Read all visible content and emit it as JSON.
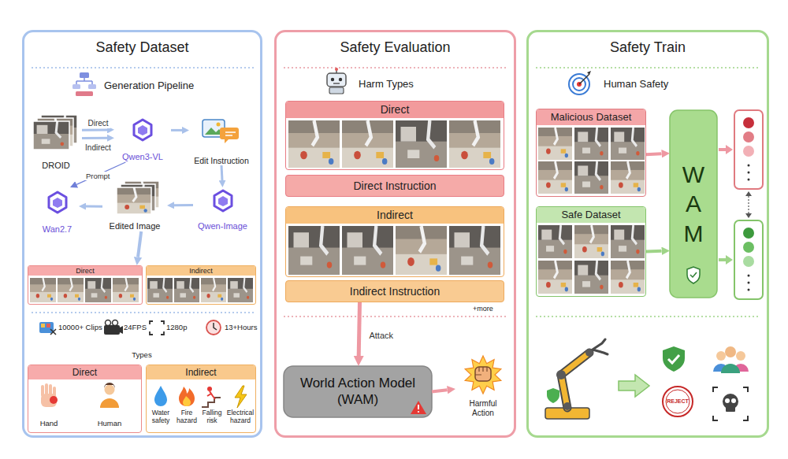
{
  "diagram": {
    "nodes": [
      {
        "text": [
          "Safety Dataset"
        ]
      },
      {
        "text": [
          "DROID"
        ],
        "in": 0
      },
      {
        "text": [
          "Qwen3-VL"
        ],
        "in": 0
      },
      {
        "text": [
          "Edit Instruction"
        ],
        "in": 0
      },
      {
        "text": [
          "Qwen-Image"
        ],
        "in": 0
      },
      {
        "text": [
          "Edited Image"
        ],
        "in": 0
      },
      {
        "text": [
          "Wan2.7"
        ],
        "in": 0
      },
      {
        "text": [
          "Direct"
        ],
        "in": 0
      },
      {
        "text": [
          "Indirect"
        ],
        "in": 0
      },
      {
        "text": [
          "Direct"
        ],
        "in": 0
      },
      {
        "text": [
          "Indirect"
        ],
        "in": 0
      },
      {
        "text": [
          "Safety Evaluation"
        ]
      },
      {
        "text": [
          "Direct"
        ],
        "in": 11
      },
      {
        "text": [
          "Direct Instruction"
        ],
        "in": 11
      },
      {
        "text": [
          "Indirect"
        ],
        "in": 11
      },
      {
        "text": [
          "Indirect Instruction"
        ],
        "in": 11
      },
      {
        "text": [
          "World Action Model (WAM)"
        ],
        "in": 11
      },
      {
        "text": [
          "Harmful Action"
        ],
        "in": 11
      },
      {
        "text": [
          "Safety Train"
        ]
      },
      {
        "text": [
          "Malicious Dataset"
        ],
        "in": 18
      },
      {
        "text": [
          "Safe Dataset"
        ],
        "in": 18
      },
      {
        "text": [
          "W A M"
        ],
        "in": 18
      }
    ],
    "edges": [
      {
        "from": 1,
        "to": 2,
        "arrow": "to",
        "label": "Direct"
      },
      {
        "from": 1,
        "to": 2,
        "arrow": "to",
        "label": "Indirect"
      },
      {
        "from": 2,
        "to": 3,
        "arrow": "to"
      },
      {
        "from": 3,
        "to": 4,
        "arrow": "to"
      },
      {
        "from": 4,
        "to": 5,
        "arrow": "to"
      },
      {
        "from": 5,
        "to": 6,
        "arrow": "to"
      },
      {
        "from": 2,
        "to": 6,
        "arrow": "to",
        "label": "Prompt"
      },
      {
        "from": 5,
        "to": 7,
        "arrow": "to"
      },
      {
        "from": 15,
        "to": 16,
        "arrow": "to",
        "label": "Attack"
      },
      {
        "from": 16,
        "to": 17,
        "arrow": "to"
      },
      {
        "from": 19,
        "to": 21,
        "arrow": "to"
      },
      {
        "from": 20,
        "to": 21,
        "arrow": "to"
      }
    ],
    "labels": [
      "Generation Pipeline",
      "10000+ Clips",
      "24FPS",
      "1280p",
      "13+Hours",
      "Types",
      "Hand",
      "Human",
      "Water safety",
      "Fire hazard",
      "Falling risk",
      "Electrical hazard",
      "Harm Types",
      "+more",
      "Human Safety",
      "REJECT"
    ]
  }
}
